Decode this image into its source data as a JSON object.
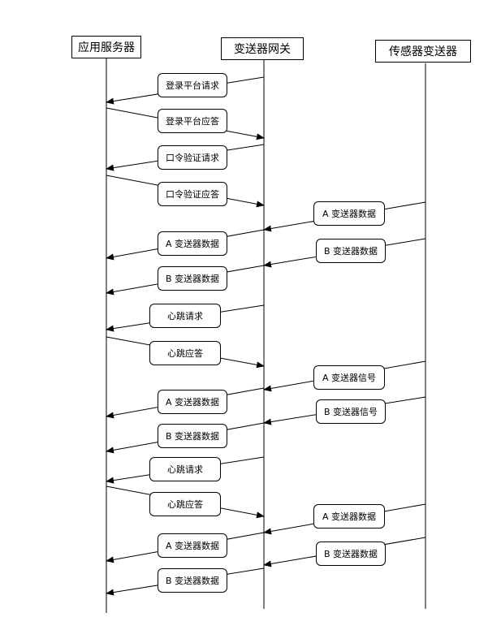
{
  "participants": {
    "app_server": "应用服务器",
    "gateway": "变送器网关",
    "sensor": "传感器变送器"
  },
  "messages": [
    {
      "id": "m1",
      "text": "登录平台请求",
      "from": "gateway",
      "to": "app_server"
    },
    {
      "id": "m2",
      "text": "登录平台应答",
      "from": "app_server",
      "to": "gateway"
    },
    {
      "id": "m3",
      "text": "口令验证请求",
      "from": "gateway",
      "to": "app_server"
    },
    {
      "id": "m4",
      "text": "口令验证应答",
      "from": "app_server",
      "to": "gateway"
    },
    {
      "id": "m5",
      "text": "A 变送器数据",
      "from": "sensor",
      "to": "gateway"
    },
    {
      "id": "m6",
      "text": "A 变送器数据",
      "from": "gateway",
      "to": "app_server"
    },
    {
      "id": "m7",
      "text": "B 变送器数据",
      "from": "sensor",
      "to": "gateway"
    },
    {
      "id": "m8",
      "text": "B 变送器数据",
      "from": "gateway",
      "to": "app_server"
    },
    {
      "id": "m9",
      "text": "心跳请求",
      "from": "gateway",
      "to": "app_server"
    },
    {
      "id": "m10",
      "text": "心跳应答",
      "from": "app_server",
      "to": "gateway"
    },
    {
      "id": "m11",
      "text": "A 变送器信号",
      "from": "sensor",
      "to": "gateway"
    },
    {
      "id": "m12",
      "text": "A 变送器数据",
      "from": "gateway",
      "to": "app_server"
    },
    {
      "id": "m13",
      "text": "B 变送器信号",
      "from": "sensor",
      "to": "gateway"
    },
    {
      "id": "m14",
      "text": "B 变送器数据",
      "from": "gateway",
      "to": "app_server"
    },
    {
      "id": "m15",
      "text": "心跳请求",
      "from": "gateway",
      "to": "app_server"
    },
    {
      "id": "m16",
      "text": "心跳应答",
      "from": "app_server",
      "to": "gateway"
    },
    {
      "id": "m17",
      "text": "A 变送器数据",
      "from": "sensor",
      "to": "gateway"
    },
    {
      "id": "m18",
      "text": "A 变送器数据",
      "from": "gateway",
      "to": "app_server"
    },
    {
      "id": "m19",
      "text": "B 变送器数据",
      "from": "sensor",
      "to": "gateway"
    },
    {
      "id": "m20",
      "text": "B 变送器数据",
      "from": "gateway",
      "to": "app_server"
    }
  ]
}
